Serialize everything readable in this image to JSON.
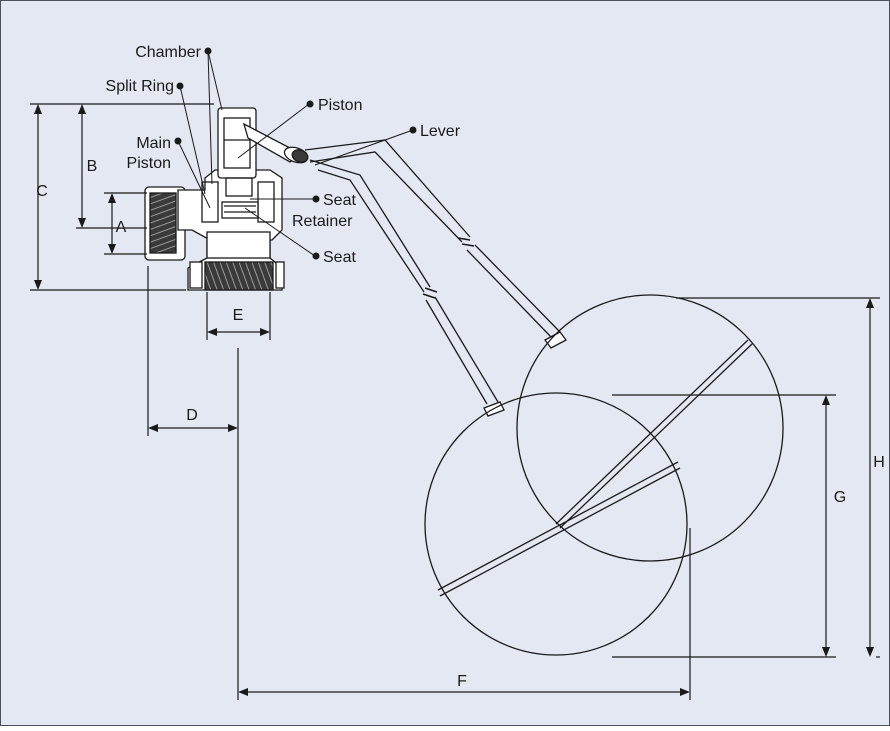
{
  "diagram": {
    "callouts": {
      "chamber": "Chamber",
      "split_ring": "Split Ring",
      "piston": "Piston",
      "lever": "Lever",
      "main_piston_line1": "Main",
      "main_piston_line2": "Piston",
      "seat_retainer_line1": "Seat",
      "seat_retainer_line2": "Retainer",
      "seat": "Seat"
    },
    "dimensions": {
      "a": "A",
      "b": "B",
      "c": "C",
      "d": "D",
      "e": "E",
      "f": "F",
      "g": "G",
      "h": "H"
    },
    "colors": {
      "background": "#ffffff",
      "frame_fill": "#e4e8f2",
      "frame_border": "#4a4f5c",
      "line": "#1a1a1a",
      "thread": "#333333"
    }
  }
}
